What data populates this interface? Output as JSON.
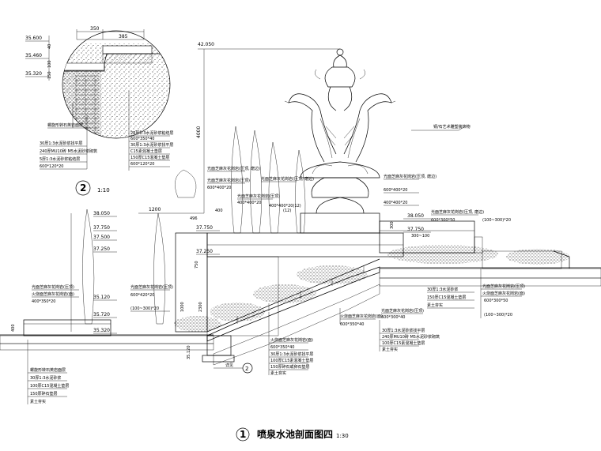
{
  "detail": {
    "number": "2",
    "scale": "1:10",
    "dim_top_350": "350",
    "dim_top_385": "385",
    "levels": [
      "35.600",
      "35.460",
      "35.320"
    ],
    "dim_side": [
      "40",
      "100",
      "150"
    ],
    "callouts": [
      "螺旋形转石英岩面层",
      "25厚1:3水泥砂浆粘结层",
      "30厚1:3水泥砂浆找平层",
      "240厚MU10砖 M5水泥砂浆砌筑",
      "C15素混凝土垫层",
      "150厚C15混凝土垫层",
      "600*120*20",
      "5厚1:3水泥砂浆粘结层",
      "600*350*40"
    ]
  },
  "main": {
    "top_level": "42.050",
    "dim_4000": "4000",
    "sculpture_note": "铜/石艺术雕塑装饰物",
    "dim_1200": "1200",
    "dim_496": "496",
    "dim_400_1": "400",
    "dim_12": "(12)",
    "dim_300": "300",
    "dim_2300": "2300",
    "dim_750": "750",
    "dim_left_400": "400",
    "dim_left_1000": "1000",
    "levels_left": [
      "38.050",
      "37.750",
      "37.500",
      "37.250",
      "35.120",
      "35.720",
      "35.320"
    ],
    "levels_mid": [
      "37.750",
      "37.250"
    ],
    "levels_right": [
      "38.050",
      "37.750"
    ],
    "callouts_top": [
      "光面芝麻灰花岗岩(压顶, 磨边)",
      "400*400*20(12)",
      "光面芝麻灰花岗岩(压顶)",
      "600*400*20",
      "光面芝麻灰花岗岩(压顶)",
      "400*400*20",
      "光面芝麻灰花岗岩(压顶, 磨边)",
      "600*400*20",
      "光面芝麻灰花岗岩(压顶, 磨边)",
      "400*400*20"
    ],
    "callouts_right": [
      "光面芝麻灰花岗岩(压顶, 磨边)",
      "600*300*50",
      "(100~300)*20",
      "300~100"
    ],
    "callouts_left": [
      "光面芝麻灰花岗岩(压顶)",
      "火烧面芝麻灰花岗岩(面)",
      "400*350*20",
      "光面芝麻灰花岗岩(压顶)",
      "600*420*20",
      "(100~300)*20"
    ],
    "callouts_right_lower": [
      "光面芝麻灰花岗岩(压顶)",
      "火烧面芝麻灰花岗岩(面)",
      "600*300*50",
      "(100~300)*20",
      "30厚1:3水泥砂浆",
      "150厚C15混凝土垫层",
      "素土夯实"
    ],
    "callouts_bottom_mid": [
      "火烧面芝麻灰花岗岩(面)",
      "600*350*40",
      "光面芝麻灰花岗岩(压顶)",
      "600*300*40",
      "30厚1:3水泥砂浆找平层",
      "240厚MU10砖 M5水泥砂浆砌筑",
      "100厚C15素混凝土垫层",
      "150厚碎石或卵石垫层",
      "素土夯实"
    ],
    "callouts_bottom_left": [
      "螺旋形转石英岩面层",
      "30厚1:3水泥砂浆",
      "100厚C15混凝土垫层",
      "150厚碎石垫层",
      "素土夯实"
    ],
    "section_mark": "2",
    "section_note": "详见",
    "dim_bottom": "35.120"
  },
  "title": {
    "number": "1",
    "text": "喷泉水池剖面图四",
    "scale": "1:30"
  }
}
